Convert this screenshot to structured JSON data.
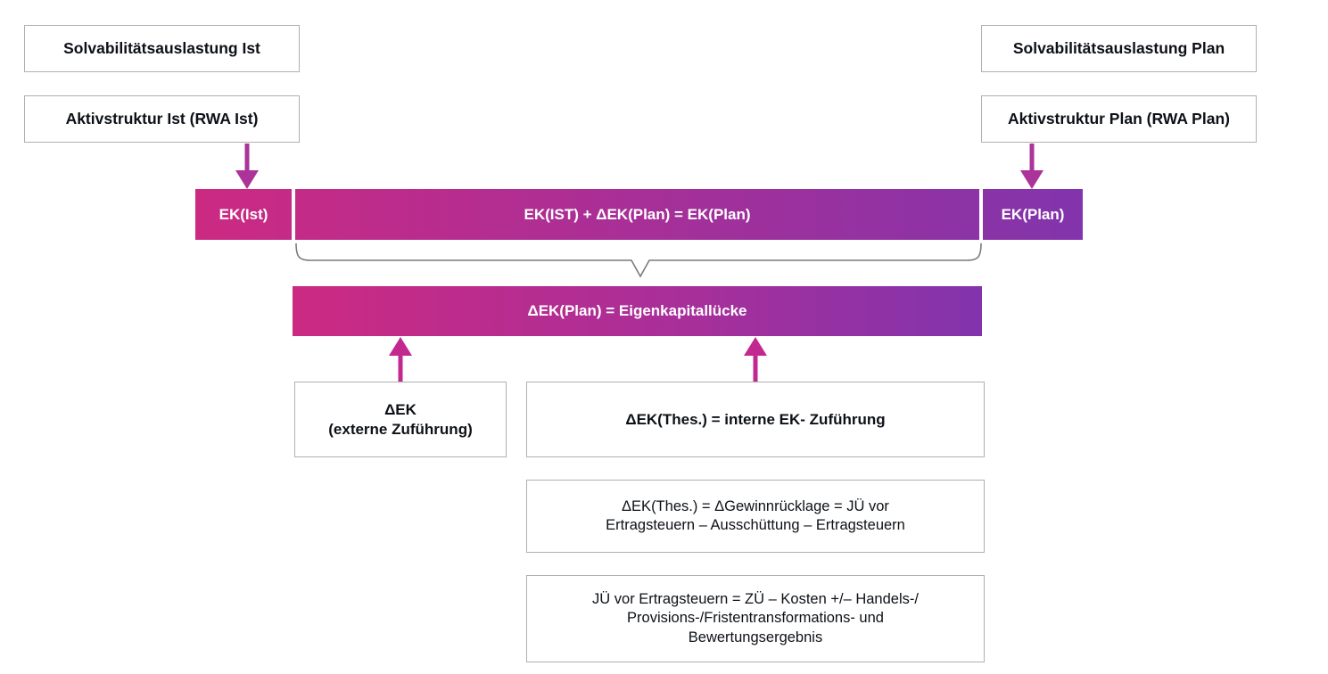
{
  "diagram": {
    "title_ist_solvency": "Solvabilitätsauslastung Ist",
    "title_ist_assets": "Aktivstruktur Ist (RWA Ist)",
    "title_plan_solvency": "Solvabilitätsauslastung Plan",
    "title_plan_assets": "Aktivstruktur Plan (RWA Plan)",
    "bar_ek_ist": "EK(Ist)",
    "bar_ek_equation": "EK(IST) + ΔEK(Plan) = EK(Plan)",
    "bar_ek_plan": "EK(Plan)",
    "bar_gap": "ΔEK(Plan) = Eigenkapitallücke",
    "box_external": "ΔEK\n(externe Zuführung)",
    "box_internal": "ΔEK(Thes.) = interne EK- Zuführung",
    "box_retained": "ΔEK(Thes.) = ΔGewinnrücklage = JÜ vor\nErtragsteuern – Ausschüttung – Ertragsteuern",
    "box_profit": "JÜ vor Ertragsteuern = ZÜ – Kosten +/– Handels-/\nProvisions-/Fristentransformations- und\nBewertungsergebnis"
  },
  "colors": {
    "magenta": "#cc2a82",
    "purple": "#8234ac",
    "arrow_down": "#ab3399",
    "arrow_up": "#c2298f",
    "brace_stroke": "#7a7a7a",
    "box_border": "#b0b0b0",
    "text": "#0d1117",
    "bar_text": "#ffffff"
  }
}
